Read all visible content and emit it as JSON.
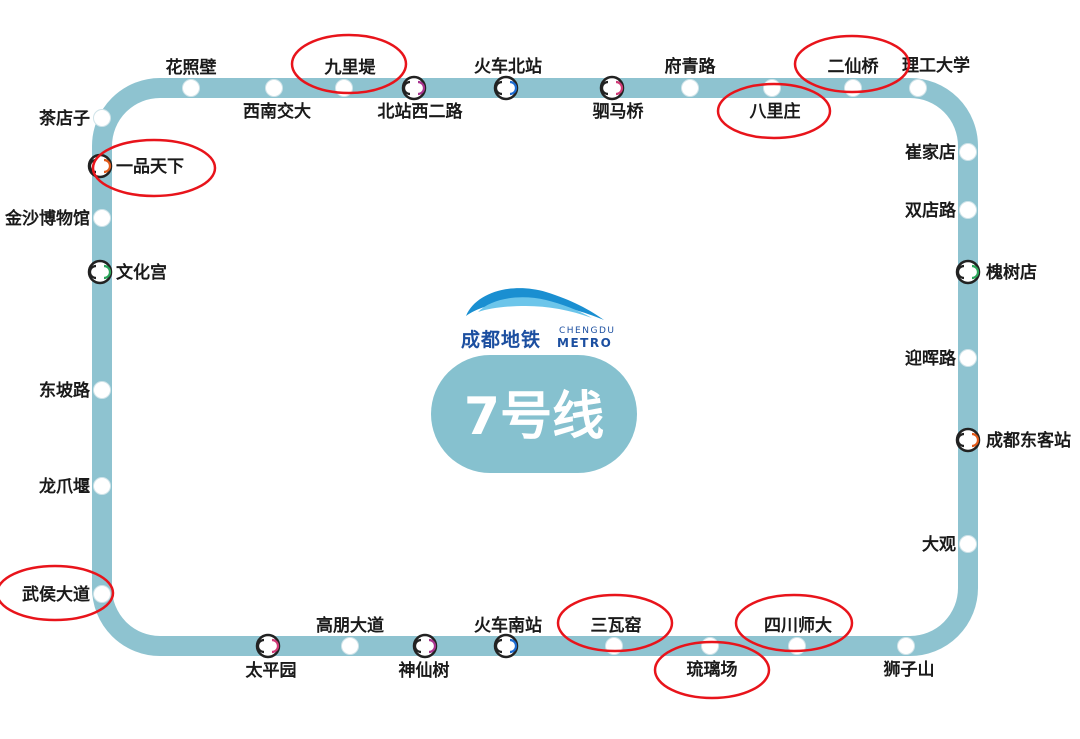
{
  "map": {
    "logo_cn": "成都地铁",
    "logo_en_1": "CHENGDU",
    "logo_en_2": "METRO",
    "line_name": "7号线",
    "colors": {
      "line": "#8ec3d0",
      "badge": "#86c1cf",
      "circle": "#e8141b",
      "logo": "#1c4fa0"
    }
  },
  "stations": [
    {
      "name": "花照壁",
      "transfer": false,
      "circled": false
    },
    {
      "name": "九里堤",
      "transfer": false,
      "circled": true
    },
    {
      "name": "火车北站",
      "transfer": true,
      "circled": false
    },
    {
      "name": "府青路",
      "transfer": false,
      "circled": false
    },
    {
      "name": "二仙桥",
      "transfer": false,
      "circled": true
    },
    {
      "name": "理工大学",
      "transfer": false,
      "circled": false
    },
    {
      "name": "西南交大",
      "transfer": false,
      "circled": false
    },
    {
      "name": "北站西二路",
      "transfer": true,
      "circled": false
    },
    {
      "name": "驷马桥",
      "transfer": true,
      "circled": false
    },
    {
      "name": "八里庄",
      "transfer": false,
      "circled": true
    },
    {
      "name": "茶店子",
      "transfer": false,
      "circled": false
    },
    {
      "name": "一品天下",
      "transfer": true,
      "circled": true
    },
    {
      "name": "金沙博物馆",
      "transfer": false,
      "circled": false
    },
    {
      "name": "文化宫",
      "transfer": true,
      "circled": false
    },
    {
      "name": "东坡路",
      "transfer": false,
      "circled": false
    },
    {
      "name": "龙爪堰",
      "transfer": false,
      "circled": false
    },
    {
      "name": "武侯大道",
      "transfer": false,
      "circled": true
    },
    {
      "name": "崔家店",
      "transfer": false,
      "circled": false
    },
    {
      "name": "双店路",
      "transfer": false,
      "circled": false
    },
    {
      "name": "槐树店",
      "transfer": true,
      "circled": false
    },
    {
      "name": "迎晖路",
      "transfer": false,
      "circled": false
    },
    {
      "name": "成都东客站",
      "transfer": true,
      "circled": false
    },
    {
      "name": "大观",
      "transfer": false,
      "circled": false
    },
    {
      "name": "高朋大道",
      "transfer": false,
      "circled": false
    },
    {
      "name": "火车南站",
      "transfer": true,
      "circled": false
    },
    {
      "name": "三瓦窑",
      "transfer": false,
      "circled": true
    },
    {
      "name": "四川师大",
      "transfer": false,
      "circled": true
    },
    {
      "name": "太平园",
      "transfer": true,
      "circled": false
    },
    {
      "name": "神仙树",
      "transfer": true,
      "circled": false
    },
    {
      "name": "琉璃场",
      "transfer": false,
      "circled": true
    },
    {
      "name": "狮子山",
      "transfer": false,
      "circled": false
    }
  ]
}
